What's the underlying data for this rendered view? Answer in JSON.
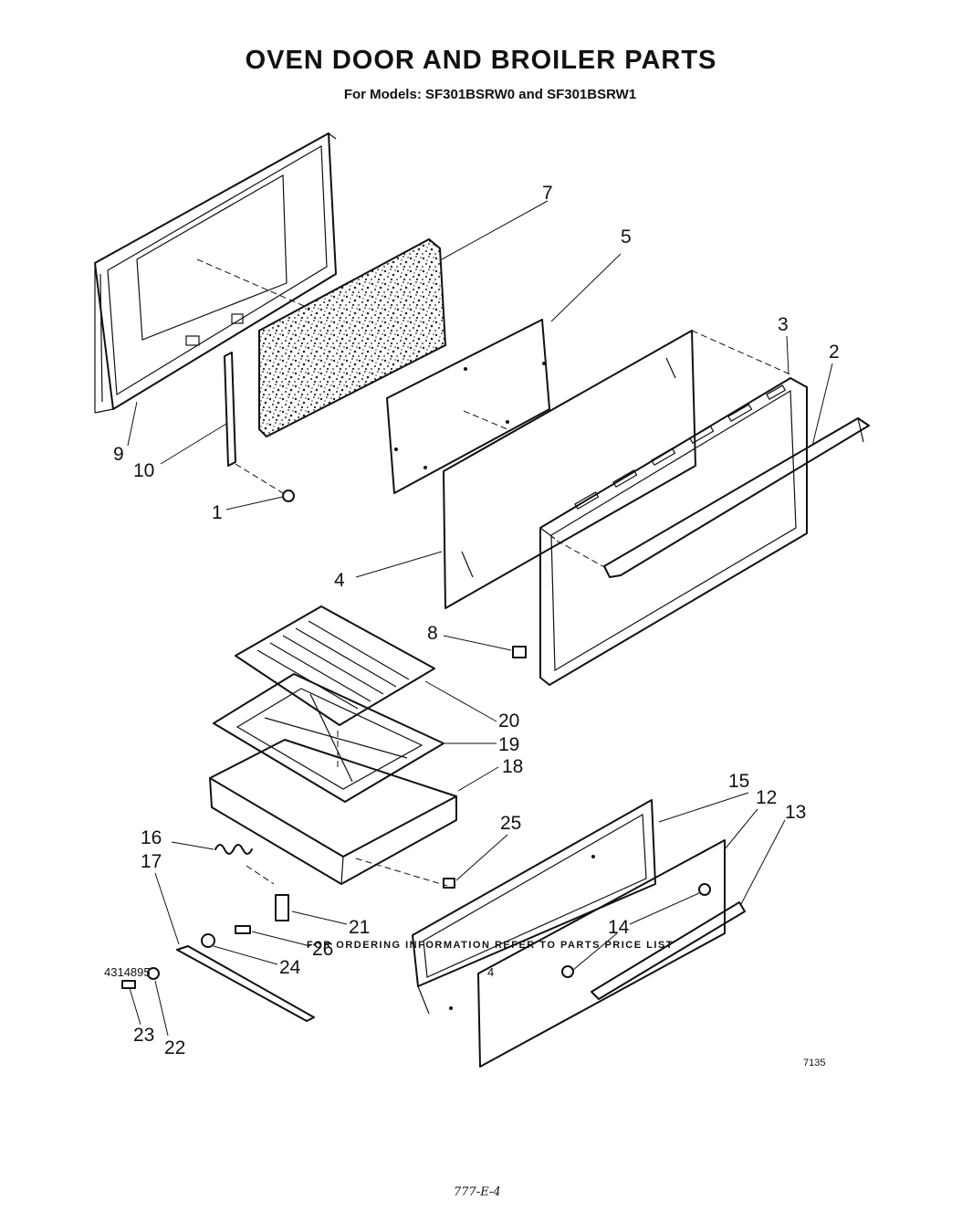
{
  "header": {
    "title": "OVEN DOOR AND BROILER PARTS",
    "subtitle": "For Models: SF301BSRW0 and SF301BSRW1"
  },
  "callouts": [
    "1",
    "2",
    "3",
    "4",
    "5",
    "7",
    "8",
    "9",
    "10",
    "12",
    "13",
    "14",
    "15",
    "16",
    "17",
    "18",
    "19",
    "20",
    "21",
    "22",
    "23",
    "24",
    "25",
    "26"
  ],
  "footer": {
    "ordering_note": "FOR ORDERING INFORMATION REFER TO PARTS PRICE LIST",
    "document_number": "4314895",
    "page_number": "4",
    "figure_code": "7135",
    "handwritten_mark": "777-E-4"
  }
}
